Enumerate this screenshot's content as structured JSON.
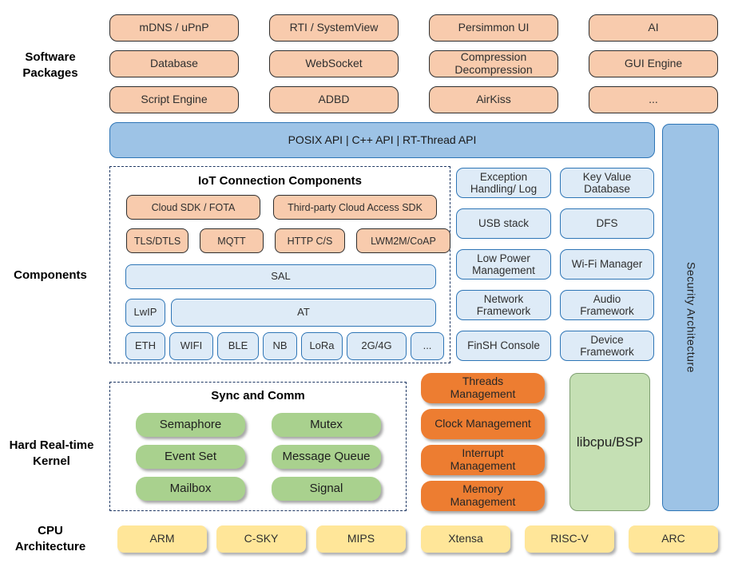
{
  "side_labels": {
    "software_packages": "Software Packages",
    "components": "Components",
    "kernel": "Hard Real-time Kernel",
    "cpu": "CPU Architecture"
  },
  "software_packages": {
    "items": [
      "mDNS / uPnP",
      "RTI / SystemView",
      "Persimmon UI",
      "AI",
      "Database",
      "WebSocket",
      "Compression Decompression",
      "GUI Engine",
      "Script Engine",
      "ADBD",
      "AirKiss",
      "..."
    ]
  },
  "api_bar": {
    "label": "POSIX API | C++ API | RT-Thread API"
  },
  "security_bar": {
    "label": "Security Architecture"
  },
  "iot": {
    "title": "IoT Connection Components",
    "cloud_row": [
      "Cloud SDK / FOTA",
      "Third-party Cloud Access SDK"
    ],
    "protocol_row": [
      "TLS/DTLS",
      "MQTT",
      "HTTP C/S",
      "LWM2M/CoAP"
    ],
    "sal_label": "SAL",
    "lwip_label": "LwIP",
    "at_label": "AT",
    "link_row": [
      "ETH",
      "WIFI",
      "BLE",
      "NB",
      "LoRa",
      "2G/4G",
      "..."
    ]
  },
  "components_grid": {
    "items": [
      "Exception Handling/ Log",
      "Key Value Database",
      "USB stack",
      "DFS",
      "Low Power Management",
      "Wi-Fi Manager",
      "Network Framework",
      "Audio Framework",
      "FinSH Console",
      "Device Framework"
    ]
  },
  "kernel": {
    "sync_title": "Sync and Comm",
    "sync_items": [
      "Semaphore",
      "Mutex",
      "Event Set",
      "Message Queue",
      "Mailbox",
      "Signal"
    ],
    "management_items": [
      "Threads Management",
      "Clock Management",
      "Interrupt Management",
      "Memory Management"
    ],
    "libcpu_label": "libcpu/BSP"
  },
  "cpu_row": {
    "items": [
      "ARM",
      "C-SKY",
      "MIPS",
      "Xtensa",
      "RISC-V",
      "ARC"
    ]
  },
  "colors": {
    "package_fill": "#F8CBAD",
    "api_fill": "#9DC3E6",
    "component_fill": "#DEEBF7",
    "component_border": "#2E75B6",
    "kernel_green": "#A9D18E",
    "kernel_orange": "#ED7D31",
    "libcpu_fill": "#C5E0B4",
    "cpu_yellow": "#FFE699",
    "dash_border": "#1F3864"
  }
}
